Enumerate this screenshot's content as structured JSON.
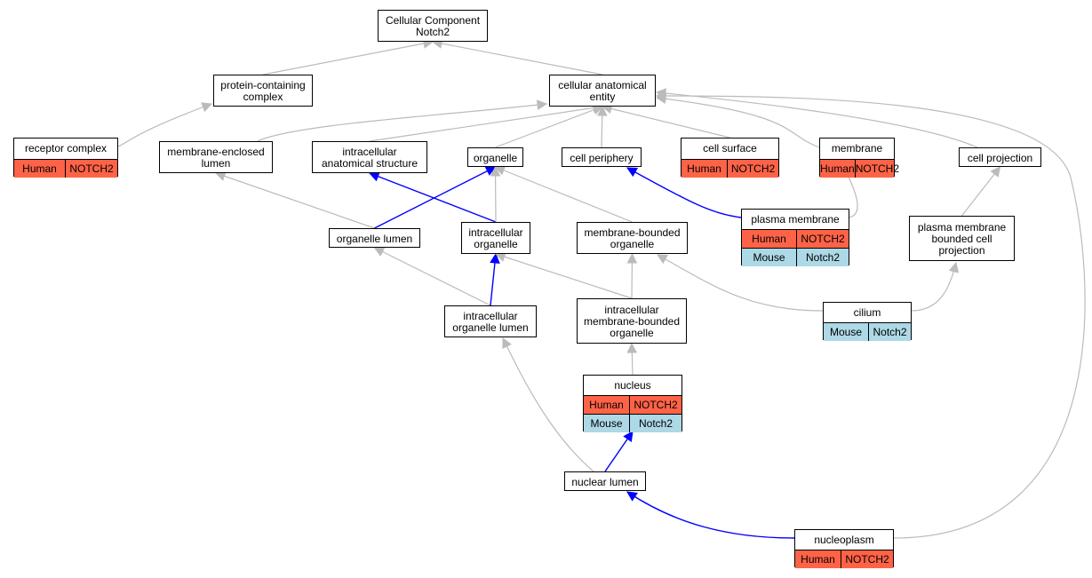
{
  "colors": {
    "edge_default": "#bbbbbb",
    "edge_highlight": "#0000ff",
    "human_row": "#ff6347",
    "mouse_row": "#add8e6"
  },
  "nodes": {
    "root": {
      "label": "Cellular Component\nNotch2"
    },
    "protein_containing_complex": {
      "label": "protein-containing\ncomplex"
    },
    "cellular_anatomical_entity": {
      "label": "cellular anatomical\nentity"
    },
    "receptor_complex": {
      "label": "receptor complex",
      "rows": [
        {
          "species": "Human",
          "gene": "NOTCH2"
        }
      ]
    },
    "membrane_enclosed_lumen": {
      "label": "membrane-enclosed\nlumen"
    },
    "intracellular_anatomical_structure": {
      "label": "intracellular\nanatomical structure"
    },
    "organelle": {
      "label": "organelle"
    },
    "cell_periphery": {
      "label": "cell periphery"
    },
    "cell_surface": {
      "label": "cell surface",
      "rows": [
        {
          "species": "Human",
          "gene": "NOTCH2"
        }
      ]
    },
    "membrane": {
      "label": "membrane",
      "rows": [
        {
          "species": "Human",
          "gene": "NOTCH2"
        }
      ]
    },
    "cell_projection": {
      "label": "cell projection"
    },
    "organelle_lumen": {
      "label": "organelle lumen"
    },
    "intracellular_organelle": {
      "label": "intracellular\norganelle"
    },
    "membrane_bounded_organelle": {
      "label": "membrane-bounded\norganelle"
    },
    "plasma_membrane": {
      "label": "plasma membrane",
      "rows": [
        {
          "species": "Human",
          "gene": "NOTCH2"
        },
        {
          "species": "Mouse",
          "gene": "Notch2"
        }
      ]
    },
    "plasma_membrane_bounded_cell_projection": {
      "label": "plasma membrane\nbounded cell\nprojection"
    },
    "intracellular_organelle_lumen": {
      "label": "intracellular\norganelle lumen"
    },
    "intracellular_membrane_bounded_organelle": {
      "label": "intracellular\nmembrane-bounded\norganelle"
    },
    "cilium": {
      "label": "cilium",
      "rows": [
        {
          "species": "Mouse",
          "gene": "Notch2"
        }
      ]
    },
    "nucleus": {
      "label": "nucleus",
      "rows": [
        {
          "species": "Human",
          "gene": "NOTCH2"
        },
        {
          "species": "Mouse",
          "gene": "Notch2"
        }
      ]
    },
    "nuclear_lumen": {
      "label": "nuclear lumen"
    },
    "nucleoplasm": {
      "label": "nucleoplasm",
      "rows": [
        {
          "species": "Human",
          "gene": "NOTCH2"
        }
      ]
    }
  },
  "edges": [
    {
      "from": "protein_containing_complex",
      "to": "root",
      "highlight": false
    },
    {
      "from": "cellular_anatomical_entity",
      "to": "root",
      "highlight": false
    },
    {
      "from": "receptor_complex",
      "to": "protein_containing_complex",
      "highlight": false
    },
    {
      "from": "membrane_enclosed_lumen",
      "to": "cellular_anatomical_entity",
      "highlight": false
    },
    {
      "from": "intracellular_anatomical_structure",
      "to": "cellular_anatomical_entity",
      "highlight": false
    },
    {
      "from": "organelle",
      "to": "cellular_anatomical_entity",
      "highlight": false
    },
    {
      "from": "cell_periphery",
      "to": "cellular_anatomical_entity",
      "highlight": false
    },
    {
      "from": "cell_surface",
      "to": "cellular_anatomical_entity",
      "highlight": false
    },
    {
      "from": "membrane",
      "to": "cellular_anatomical_entity",
      "highlight": false
    },
    {
      "from": "cell_projection",
      "to": "cellular_anatomical_entity",
      "highlight": false
    },
    {
      "from": "nucleoplasm",
      "to": "cellular_anatomical_entity",
      "highlight": false
    },
    {
      "from": "organelle_lumen",
      "to": "membrane_enclosed_lumen",
      "highlight": false
    },
    {
      "from": "organelle_lumen",
      "to": "organelle",
      "highlight": true
    },
    {
      "from": "intracellular_organelle",
      "to": "intracellular_anatomical_structure",
      "highlight": true
    },
    {
      "from": "intracellular_organelle",
      "to": "organelle",
      "highlight": false
    },
    {
      "from": "membrane_bounded_organelle",
      "to": "organelle",
      "highlight": false
    },
    {
      "from": "plasma_membrane",
      "to": "cell_periphery",
      "highlight": true
    },
    {
      "from": "plasma_membrane",
      "to": "membrane",
      "highlight": false
    },
    {
      "from": "plasma_membrane_bounded_cell_projection",
      "to": "cell_projection",
      "highlight": false
    },
    {
      "from": "intracellular_organelle_lumen",
      "to": "organelle_lumen",
      "highlight": false
    },
    {
      "from": "intracellular_organelle_lumen",
      "to": "intracellular_organelle",
      "highlight": true
    },
    {
      "from": "intracellular_membrane_bounded_organelle",
      "to": "intracellular_organelle",
      "highlight": false
    },
    {
      "from": "intracellular_membrane_bounded_organelle",
      "to": "membrane_bounded_organelle",
      "highlight": false
    },
    {
      "from": "cilium",
      "to": "membrane_bounded_organelle",
      "highlight": false
    },
    {
      "from": "cilium",
      "to": "plasma_membrane_bounded_cell_projection",
      "highlight": false
    },
    {
      "from": "nucleus",
      "to": "intracellular_membrane_bounded_organelle",
      "highlight": false
    },
    {
      "from": "nuclear_lumen",
      "to": "nucleus",
      "highlight": true
    },
    {
      "from": "nuclear_lumen",
      "to": "intracellular_organelle_lumen",
      "highlight": false
    },
    {
      "from": "nucleoplasm",
      "to": "nuclear_lumen",
      "highlight": true
    }
  ]
}
